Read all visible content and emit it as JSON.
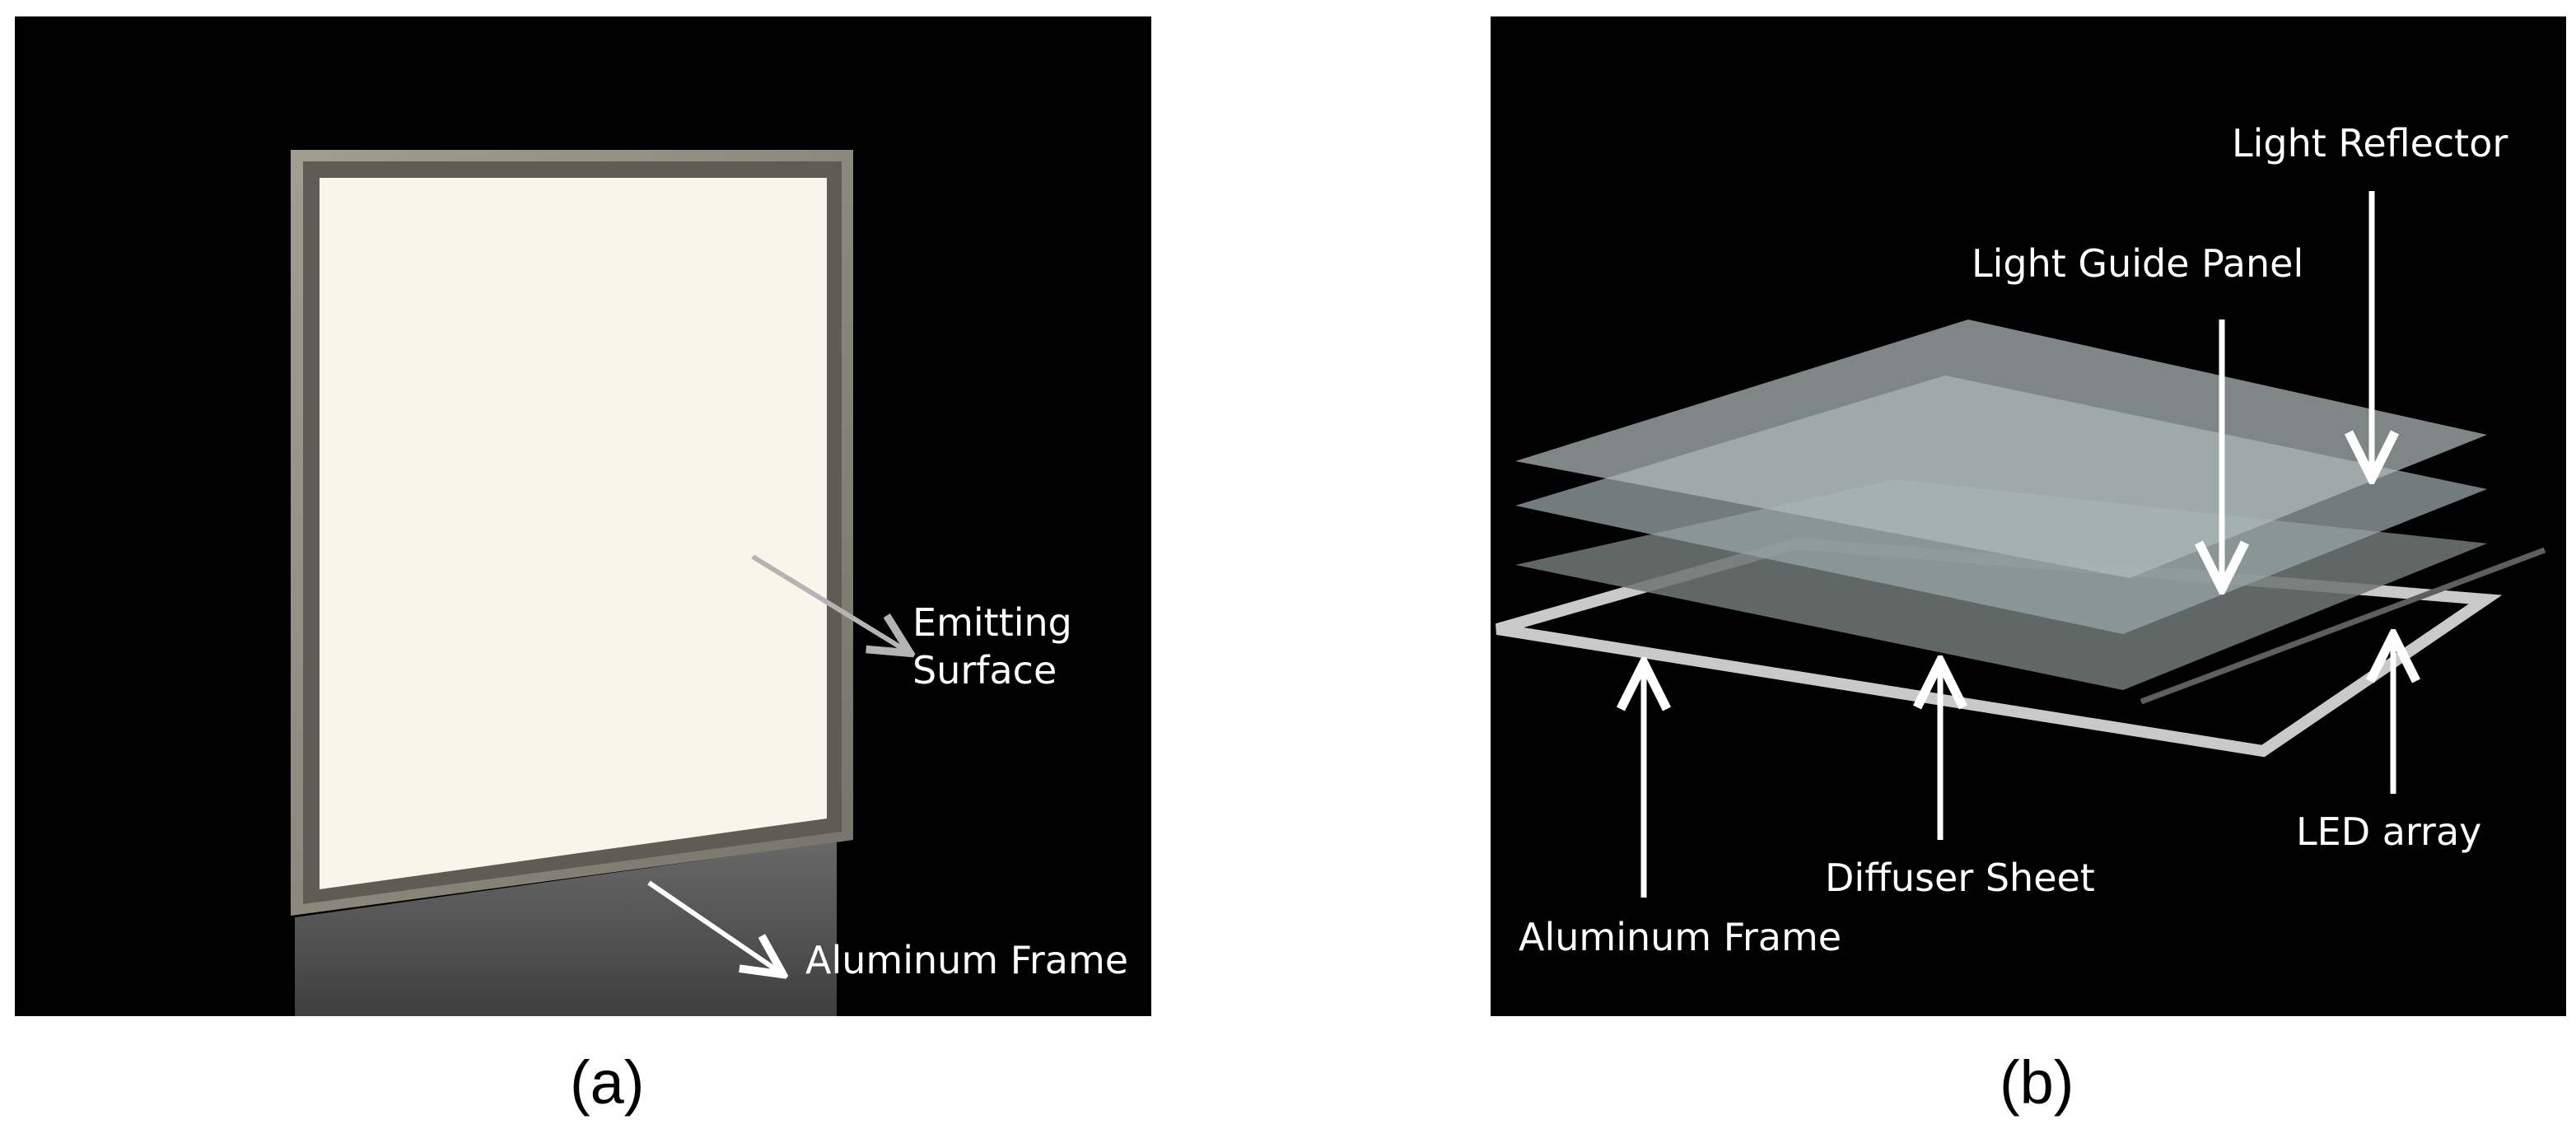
{
  "panel_a": {
    "caption": "(a)",
    "labels": {
      "emitting_surface_line1": "Emitting",
      "emitting_surface_line2": "Surface",
      "aluminum_frame": "Aluminum Frame"
    }
  },
  "panel_b": {
    "caption": "(b)",
    "labels": {
      "light_reflector": "Light Reflector",
      "light_guide_panel": "Light Guide Panel",
      "led_array": "LED array",
      "diffuser_sheet": "Diffuser Sheet",
      "aluminum_frame": "Aluminum Frame"
    }
  },
  "colors": {
    "background": "#000000",
    "emitting_surface": "#f8f5ea",
    "frame": "#8e8a7d",
    "sheet": "#9aa9a8",
    "arrow_a": "#b4b4b4",
    "arrow_b": "#ffffff"
  }
}
